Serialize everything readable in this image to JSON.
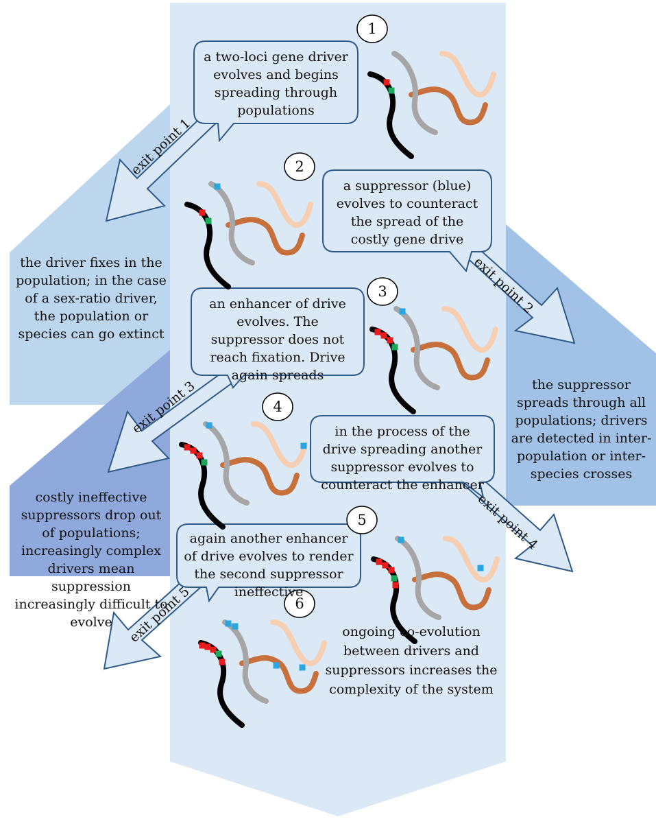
{
  "colors": {
    "main_column": "#dbe8f5",
    "exit_panel_1": "#bcd6ee",
    "exit_panel_2": "#a1c2e6",
    "exit_panel_3": "#8fa9dd",
    "exit_panel_5": "#8fa9dd",
    "arrow_fill": "#dbe8f5",
    "arrow_stroke": "#2e5a8a",
    "bubble_fill": "#dbe8f5",
    "bubble_stroke": "#2e5a8a",
    "chromosome_black": "#000000",
    "chromosome_grey": "#a6a6a6",
    "chromosome_orange": "#c8703c",
    "chromosome_peach": "#f6cfb2",
    "driver_red": "#e81c1c",
    "driver_green": "#1ca85a",
    "suppressor_blue": "#2aa6e0"
  },
  "steps": [
    {
      "number": "1",
      "text": "a two-loci gene driver evolves and begins spreading through populations"
    },
    {
      "number": "2",
      "text": "a suppressor (blue) evolves to counteract the spread of the costly gene drive"
    },
    {
      "number": "3",
      "text": "an enhancer of drive evolves. The suppressor does not reach fixation. Drive again spreads"
    },
    {
      "number": "4",
      "text": "in the process of the drive spreading another suppressor evolves to counteract the enhancer"
    },
    {
      "number": "5",
      "text": "again another enhancer of drive evolves to render the second suppressor ineffective"
    },
    {
      "number": "6",
      "text": "ongoing co-evolution between drivers and suppressors increases the complexity of the system"
    }
  ],
  "exits": [
    {
      "label": "exit point 1",
      "outcome": "the driver fixes in the population; in the case of a sex-ratio driver, the population or species can go extinct"
    },
    {
      "label": "exit point 2",
      "outcome": "the suppressor spreads through all populations; drivers are detected in inter-population or inter-species crosses"
    },
    {
      "label": "exit point 3",
      "outcome": "costly ineffective suppressors drop out of populations; increasingly complex drivers mean suppression increasingly difficult to evolve"
    },
    {
      "label": "exit point 4",
      "outcome": ""
    },
    {
      "label": "exit point 5",
      "outcome": ""
    }
  ]
}
